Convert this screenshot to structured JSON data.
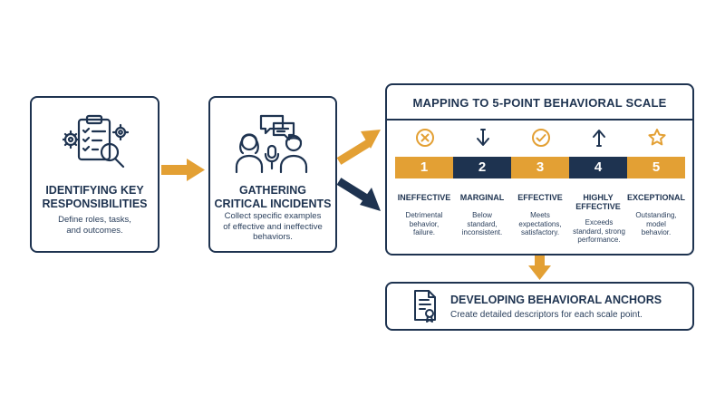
{
  "colors": {
    "navy": "#1e3350",
    "gold": "#e3a034"
  },
  "steps": [
    {
      "title_line1": "IDENTIFYING KEY",
      "title_line2": "RESPONSIBILITIES",
      "desc_line1": "Define roles, tasks,",
      "desc_line2": "and outcomes.",
      "icon": "clipboard-gears-magnifier-icon"
    },
    {
      "title_line1": "GATHERING",
      "title_line2": "CRITICAL INCIDENTS",
      "desc_line1": "Collect specific examples",
      "desc_line2": "of effective and ineffective",
      "desc_line3": "behaviors.",
      "icon": "people-speech-bubbles-icon"
    }
  ],
  "scale": {
    "title": "MAPPING TO 5-POINT BEHAVIORAL SCALE",
    "levels": [
      {
        "number": "1",
        "name": "INEFFECTIVE",
        "desc_line1": "Detrimental",
        "desc_line2": "behavior,",
        "desc_line3": "failure.",
        "icon": "x-circle-icon",
        "color": "#e3a034"
      },
      {
        "number": "2",
        "name": "MARGINAL",
        "desc_line1": "Below",
        "desc_line2": "standard,",
        "desc_line3": "inconsistent.",
        "icon": "arrow-down-icon",
        "color": "#1e3350"
      },
      {
        "number": "3",
        "name": "EFFECTIVE",
        "desc_line1": "Meets",
        "desc_line2": "expectations,",
        "desc_line3": "satisfactory.",
        "icon": "check-circle-icon",
        "color": "#e3a034"
      },
      {
        "number": "4",
        "name_line1": "HIGHLY",
        "name_line2": "EFFECTIVE",
        "desc_line1": "Exceeds",
        "desc_line2": "standard, strong",
        "desc_line3": "performance.",
        "icon": "arrow-up-icon",
        "color": "#1e3350"
      },
      {
        "number": "5",
        "name": "EXCEPTIONAL",
        "desc_line1": "Outstanding,",
        "desc_line2": "model",
        "desc_line3": "behavior.",
        "icon": "star-icon",
        "color": "#e3a034"
      }
    ]
  },
  "anchors": {
    "title": "DEVELOPING BEHAVIORAL ANCHORS",
    "desc": "Create detailed descriptors for each scale point.",
    "icon": "certificate-document-icon"
  }
}
